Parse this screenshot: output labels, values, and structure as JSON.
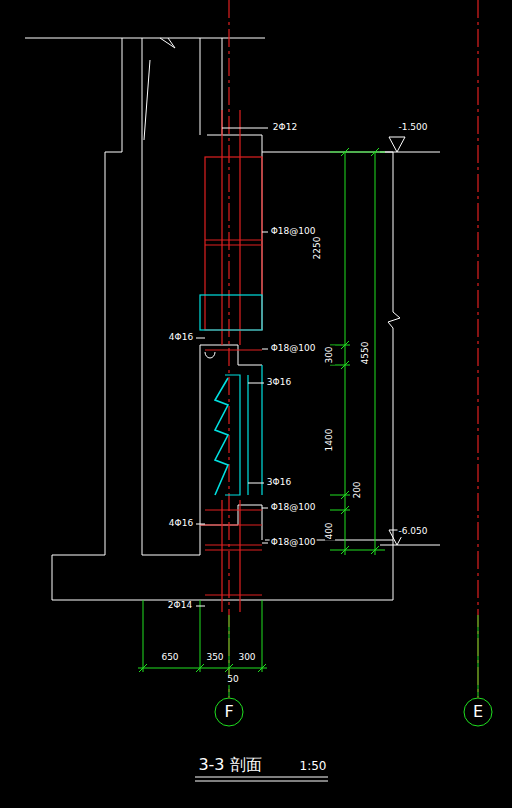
{
  "diagram": {
    "caption": "3-3 剖面",
    "nodes": [
      {
        "text": [
          "F"
        ]
      },
      {
        "text": [
          "E"
        ]
      }
    ],
    "labels": [
      "2Φ12",
      "-1.500",
      "Φ18@100",
      "2250",
      "4550",
      "4Φ16",
      "Φ18@100",
      "300",
      "3Φ16",
      "1400",
      "200",
      "3Φ16",
      "Φ18@100",
      "4Φ16",
      "-6.050",
      "Φ18@100",
      "400",
      "2Φ14",
      "650",
      "350",
      "300",
      "50",
      "1:50"
    ]
  }
}
